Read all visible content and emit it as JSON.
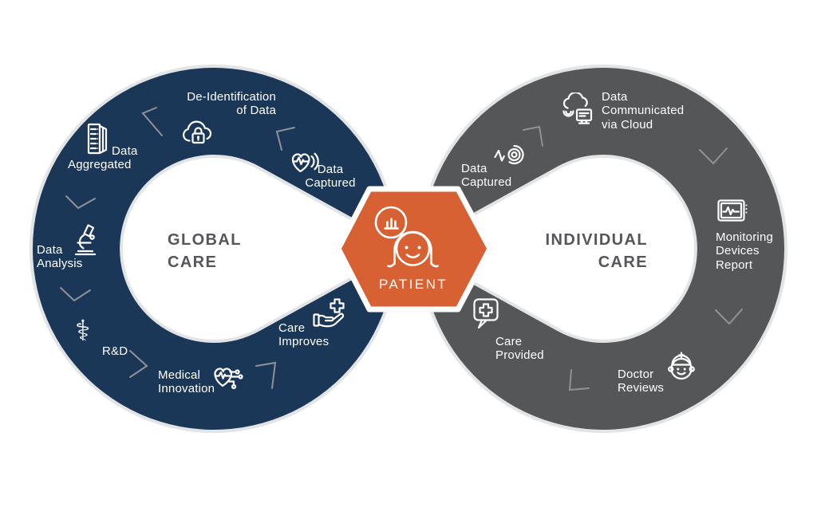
{
  "colors": {
    "global_loop": "#1b3758",
    "individual_loop": "#555658",
    "patient_hexagon": "#d76133",
    "loop_outline": "#e3e4e5",
    "loop_title_text": "#54565a",
    "label_text": "#ffffff",
    "flow_arrows": "#8f9296"
  },
  "patient": {
    "label": "PATIENT",
    "icons": [
      "chart-badge-icon",
      "patient-face-icon"
    ]
  },
  "global_loop": {
    "title_line1": "GLOBAL",
    "title_line2": "CARE",
    "steps": {
      "de_identification": {
        "line1": "De-Identification",
        "line2": "of Data",
        "icon": "cloud-lock-icon"
      },
      "data_aggregated": {
        "line1": "Data",
        "line2": "Aggregated",
        "icon": "server-stack-icon"
      },
      "data_captured": {
        "line1": "Data",
        "line2": "Captured",
        "icon": "heart-signal-icon"
      },
      "data_analysis": {
        "line1": "Data",
        "line2": "Analysis",
        "icon": "microscope-icon"
      },
      "rnd": {
        "line1": "R&D",
        "glyph": "⚕",
        "icon": "caduceus-icon"
      },
      "medical_innovation": {
        "line1": "Medical",
        "line2": "Innovation",
        "icon": "heart-circuit-icon"
      },
      "care_improves": {
        "line1": "Care",
        "line2": "Improves",
        "icon": "hand-plus-icon"
      }
    }
  },
  "individual_loop": {
    "title_line1": "INDIVIDUAL",
    "title_line2": "CARE",
    "steps": {
      "data_captured": {
        "line1": "Data",
        "line2": "Captured",
        "icon": "pulse-spiral-icon"
      },
      "data_communicated": {
        "line1": "Data",
        "line2": "Communicated",
        "line3": "via Cloud",
        "icon": "cloud-monitor-icon"
      },
      "monitoring_devices": {
        "line1": "Monitoring",
        "line2": "Devices",
        "line3": "Report",
        "icon": "monitor-report-icon"
      },
      "doctor_reviews": {
        "line1": "Doctor",
        "line2": "Reviews",
        "icon": "doctor-face-icon"
      },
      "care_provided": {
        "line1": "Care",
        "line2": "Provided",
        "icon": "plus-bubble-icon"
      }
    }
  }
}
